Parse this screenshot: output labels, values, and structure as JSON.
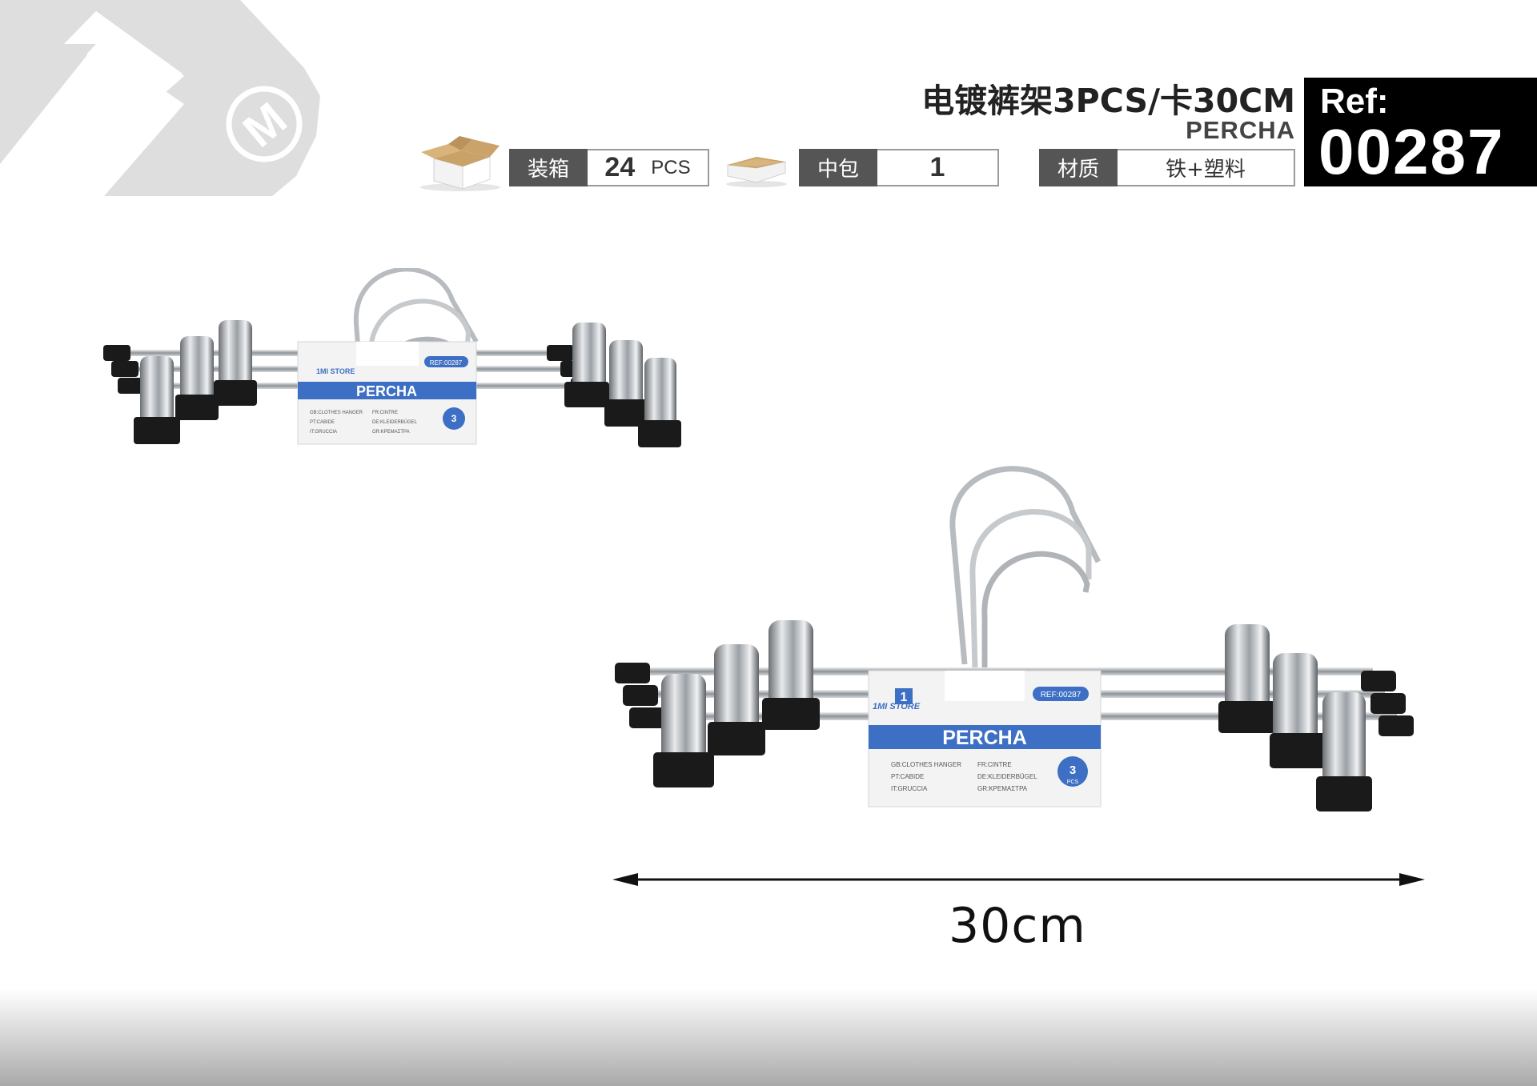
{
  "brand": {
    "logo_letter": "M"
  },
  "product": {
    "title": "电镀裤架3PCS/卡30CM",
    "subtitle": "PERCHA"
  },
  "ref": {
    "label": "Ref:",
    "number": "00287"
  },
  "specs": {
    "carton": {
      "label": "装箱",
      "value": "24",
      "unit": "PCS",
      "icon": "carton-box-icon"
    },
    "inner": {
      "label": "中包",
      "value": "1",
      "icon": "inner-box-icon"
    },
    "material": {
      "label": "材质",
      "value": "铁+塑料"
    }
  },
  "package_tag": {
    "store": "1MI STORE",
    "logo_digit": "1",
    "ref": "REF:00287",
    "name": "PERCHA",
    "count": "3",
    "count_unit": "PCS",
    "translations": [
      "GB:CLOTHES HANGER",
      "FR:CINTRE",
      "PT:CABIDE",
      "DE:KLEIDERBÜGEL",
      "IT:GRUCCIA",
      "GR:ΚΡΕΜΑΣΤΡΑ"
    ]
  },
  "dimension": {
    "label": "30cm"
  },
  "colors": {
    "ref_bg": "#000000",
    "spec_label_bg": "#555555",
    "tag_band": "#3d6fc4",
    "logo_band": "#dddddd",
    "metal": "#c8ccd0",
    "clip_tip": "#1a1a1a"
  }
}
